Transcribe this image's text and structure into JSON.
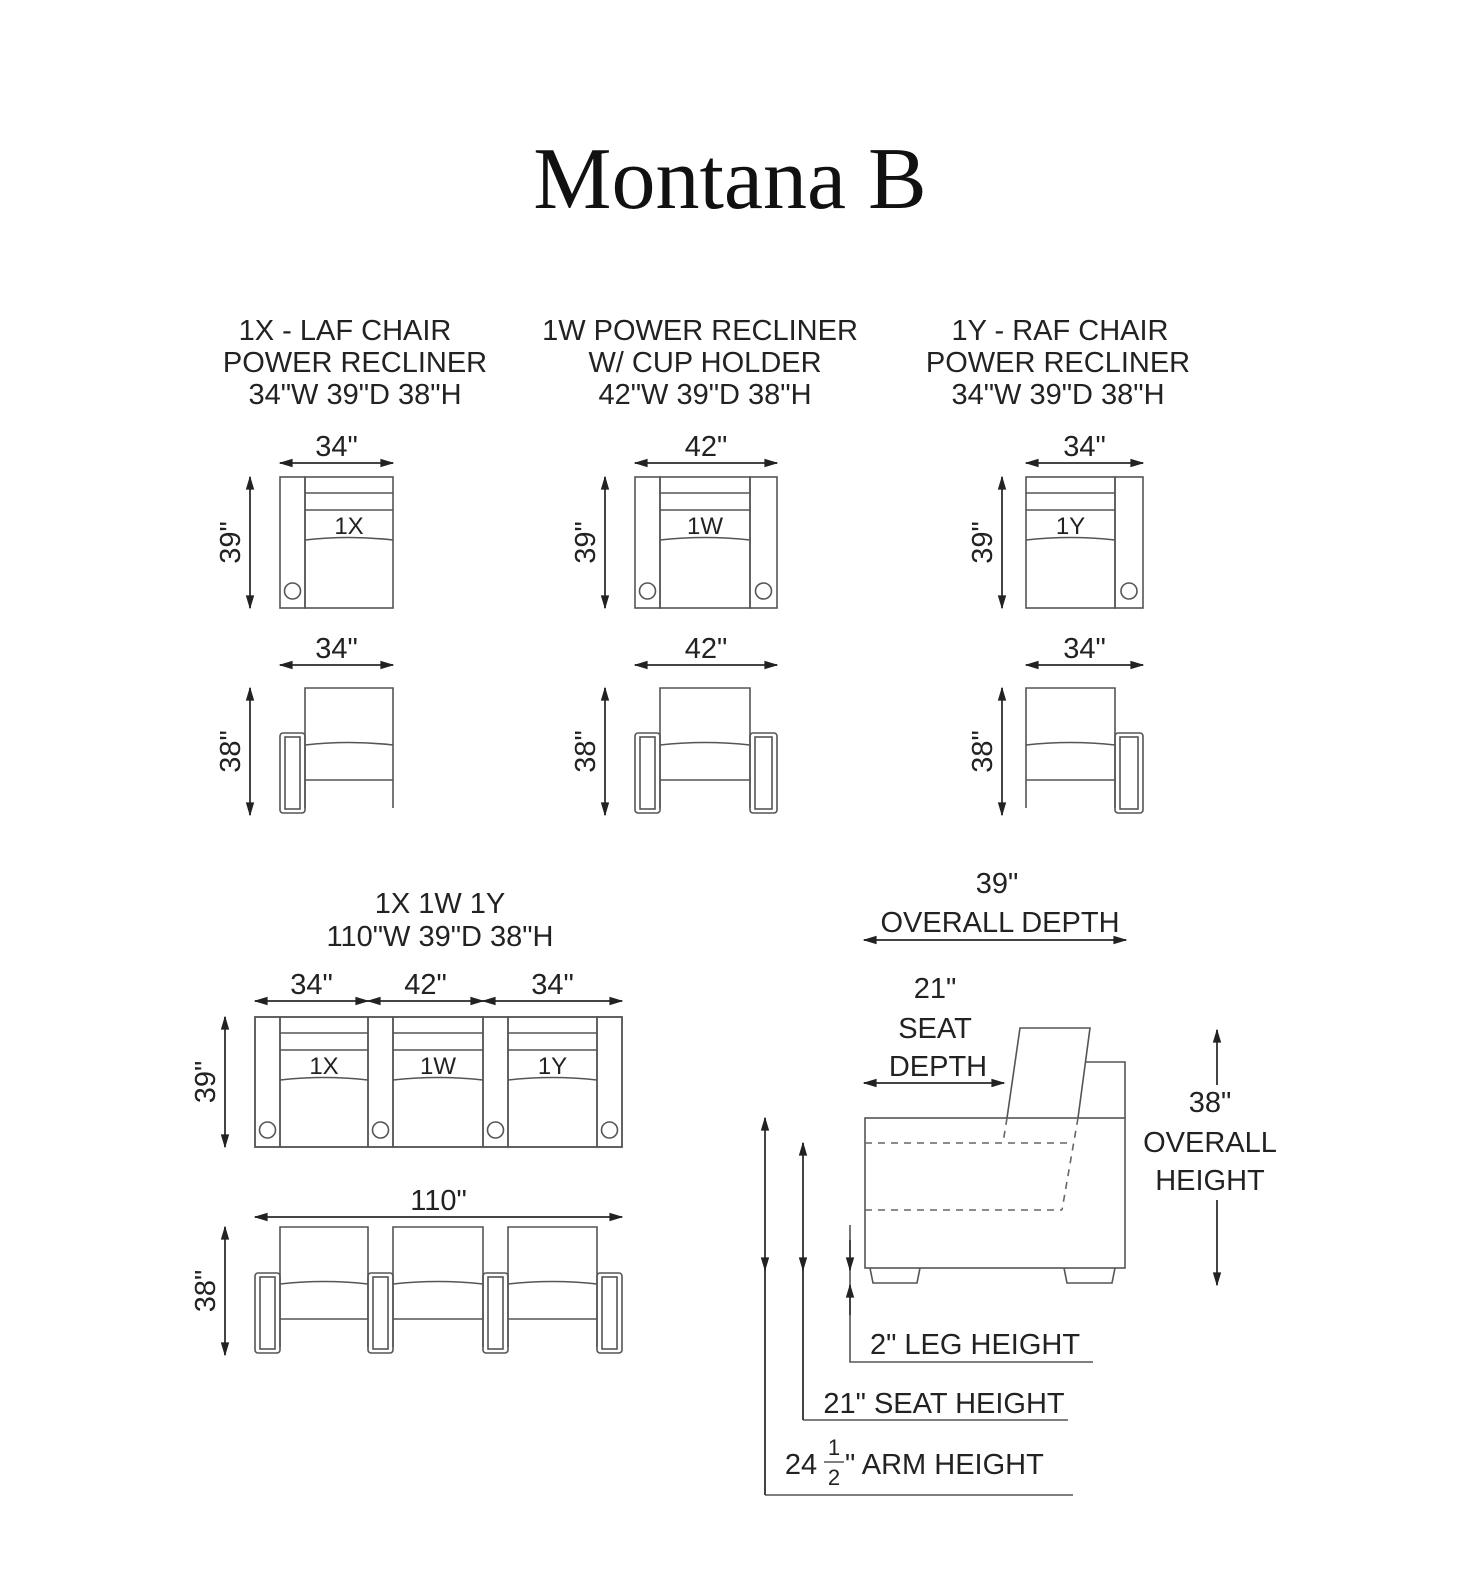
{
  "title": "Montana B",
  "units": [
    {
      "id": "1X",
      "header": [
        "1X - LAF CHAIR",
        "POWER RECLINER",
        "34\"W 39\"D 38\"H"
      ],
      "width": "34\"",
      "depth": "39\"",
      "height": "38\"",
      "label": "1X"
    },
    {
      "id": "1W",
      "header": [
        "1W POWER RECLINER",
        "W/ CUP HOLDER",
        "42\"W 39\"D 38\"H"
      ],
      "width": "42\"",
      "depth": "39\"",
      "height": "38\"",
      "label": "1W"
    },
    {
      "id": "1Y",
      "header": [
        "1Y - RAF CHAIR",
        "POWER RECLINER",
        "34\"W 39\"D 38\"H"
      ],
      "width": "34\"",
      "depth": "39\"",
      "height": "38\"",
      "label": "1Y"
    }
  ],
  "combo": {
    "header": [
      "1X 1W 1Y",
      "110\"W 39\"D 38\"H"
    ],
    "widths": [
      "34\"",
      "42\"",
      "34\""
    ],
    "labels": [
      "1X",
      "1W",
      "1Y"
    ],
    "depth": "39\"",
    "height": "38\"",
    "total_width": "110\""
  },
  "side": {
    "overall_depth": [
      "39\"",
      "OVERALL DEPTH"
    ],
    "seat_depth": [
      "21\"",
      "SEAT",
      "DEPTH"
    ],
    "overall_height": [
      "38\"",
      "OVERALL",
      "HEIGHT"
    ],
    "leg_height": "2\" LEG HEIGHT",
    "seat_height": "21\" SEAT HEIGHT",
    "arm_height_whole": "24",
    "arm_height_num": "1",
    "arm_height_den": "2",
    "arm_height_label": "\" ARM HEIGHT"
  }
}
